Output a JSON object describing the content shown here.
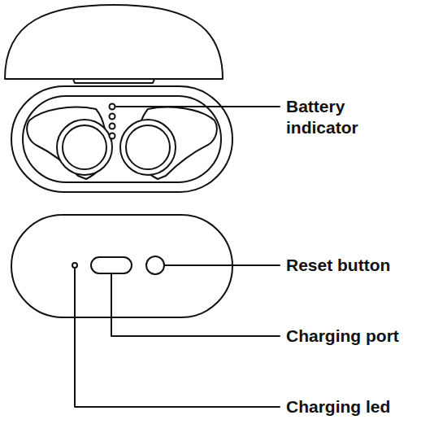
{
  "diagram": {
    "labels": [
      "Battery indicator",
      "Reset button",
      "Charging port",
      "Charging led"
    ]
  }
}
